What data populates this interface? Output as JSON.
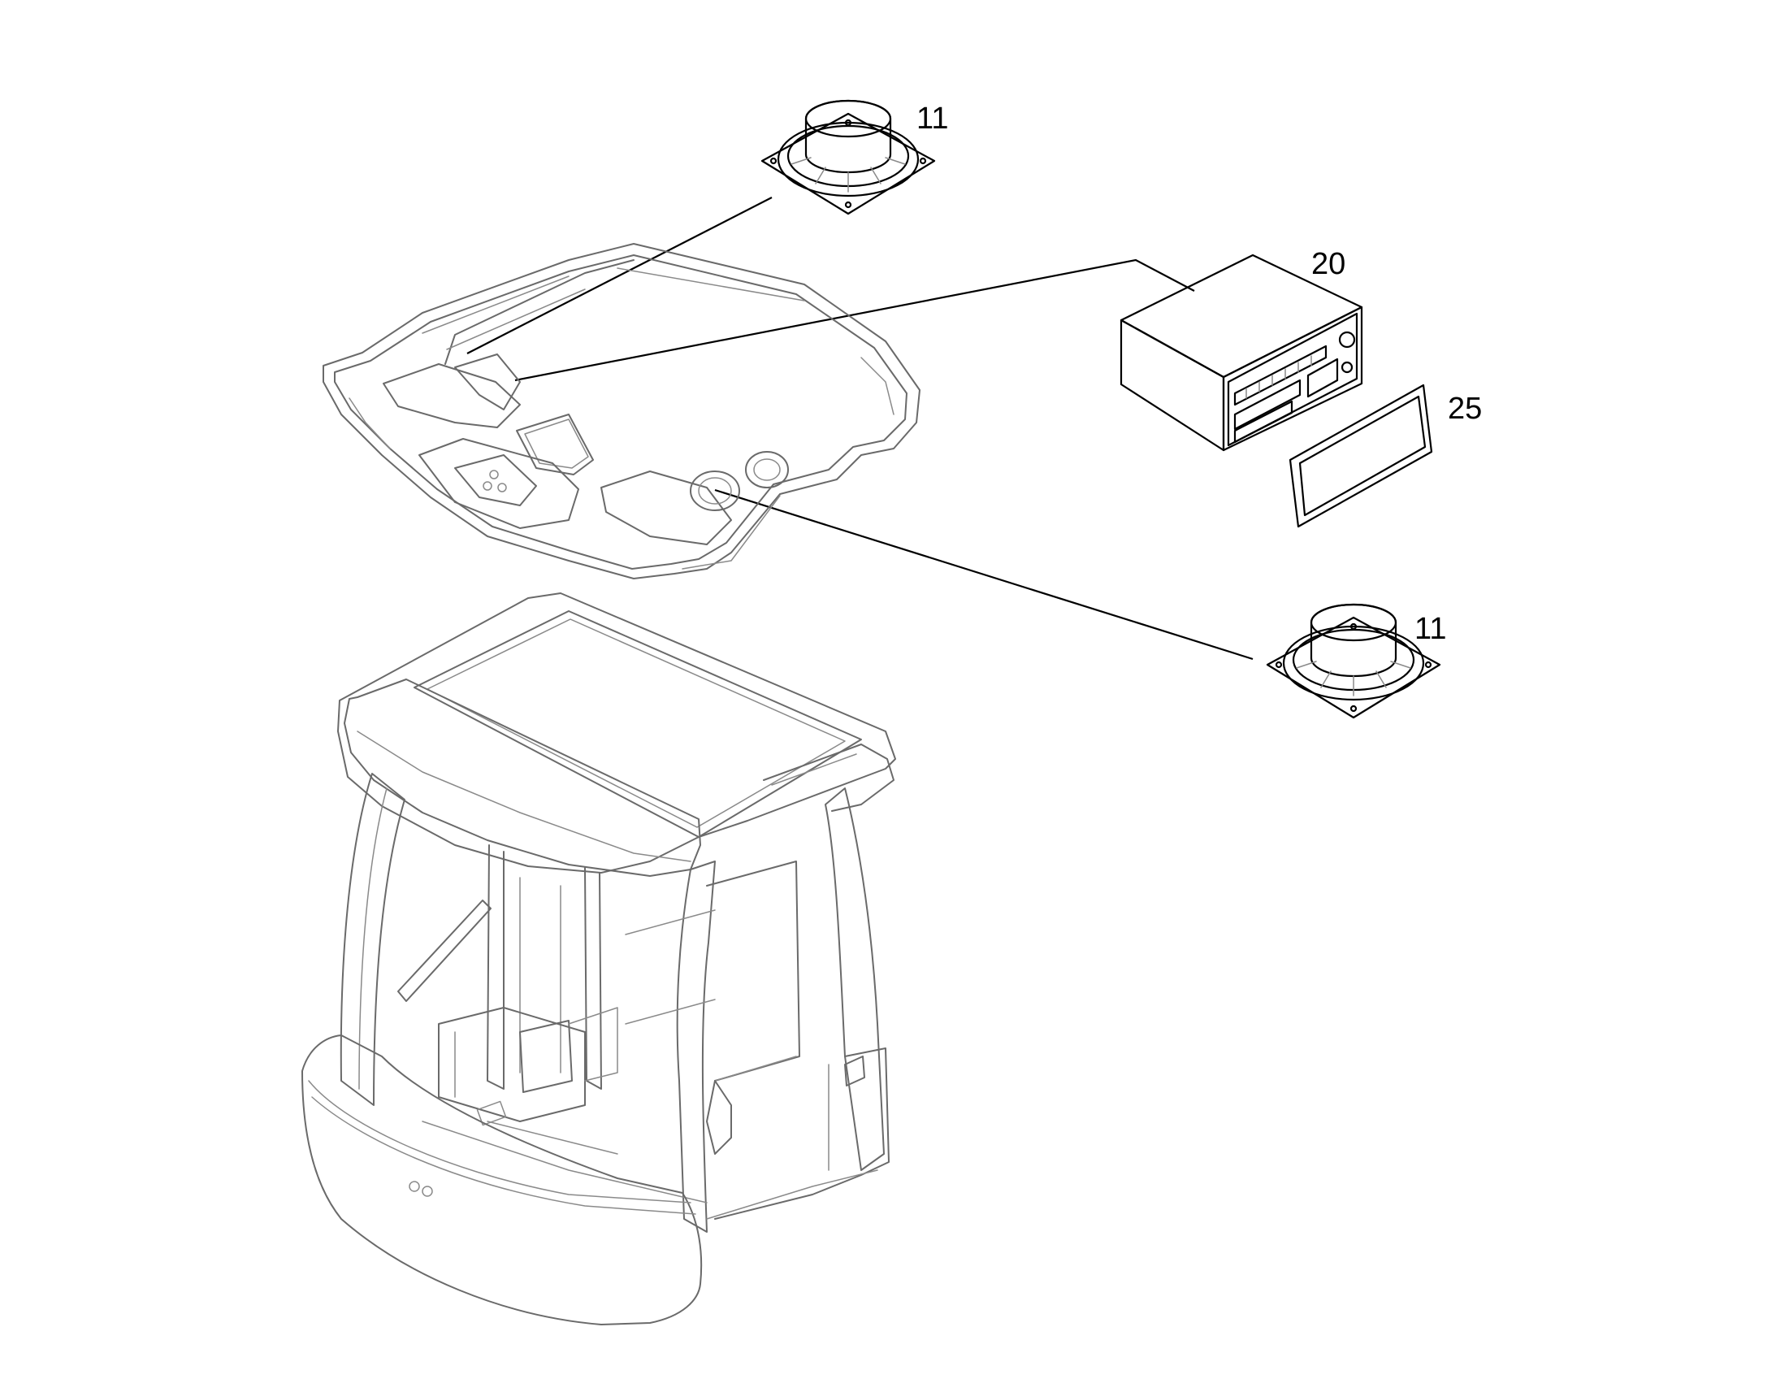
{
  "callouts": {
    "speaker_top": "11",
    "radio": "20",
    "frame": "25",
    "speaker_right": "11"
  },
  "parts": [
    {
      "ref": "11",
      "icon": "speaker-icon"
    },
    {
      "ref": "20",
      "icon": "radio-unit-icon"
    },
    {
      "ref": "25",
      "icon": "mounting-frame-icon"
    },
    {
      "ref": "11",
      "icon": "speaker-icon"
    }
  ],
  "colors": {
    "line": "#000000",
    "outline": "#6a6a6a",
    "background": "#ffffff"
  }
}
